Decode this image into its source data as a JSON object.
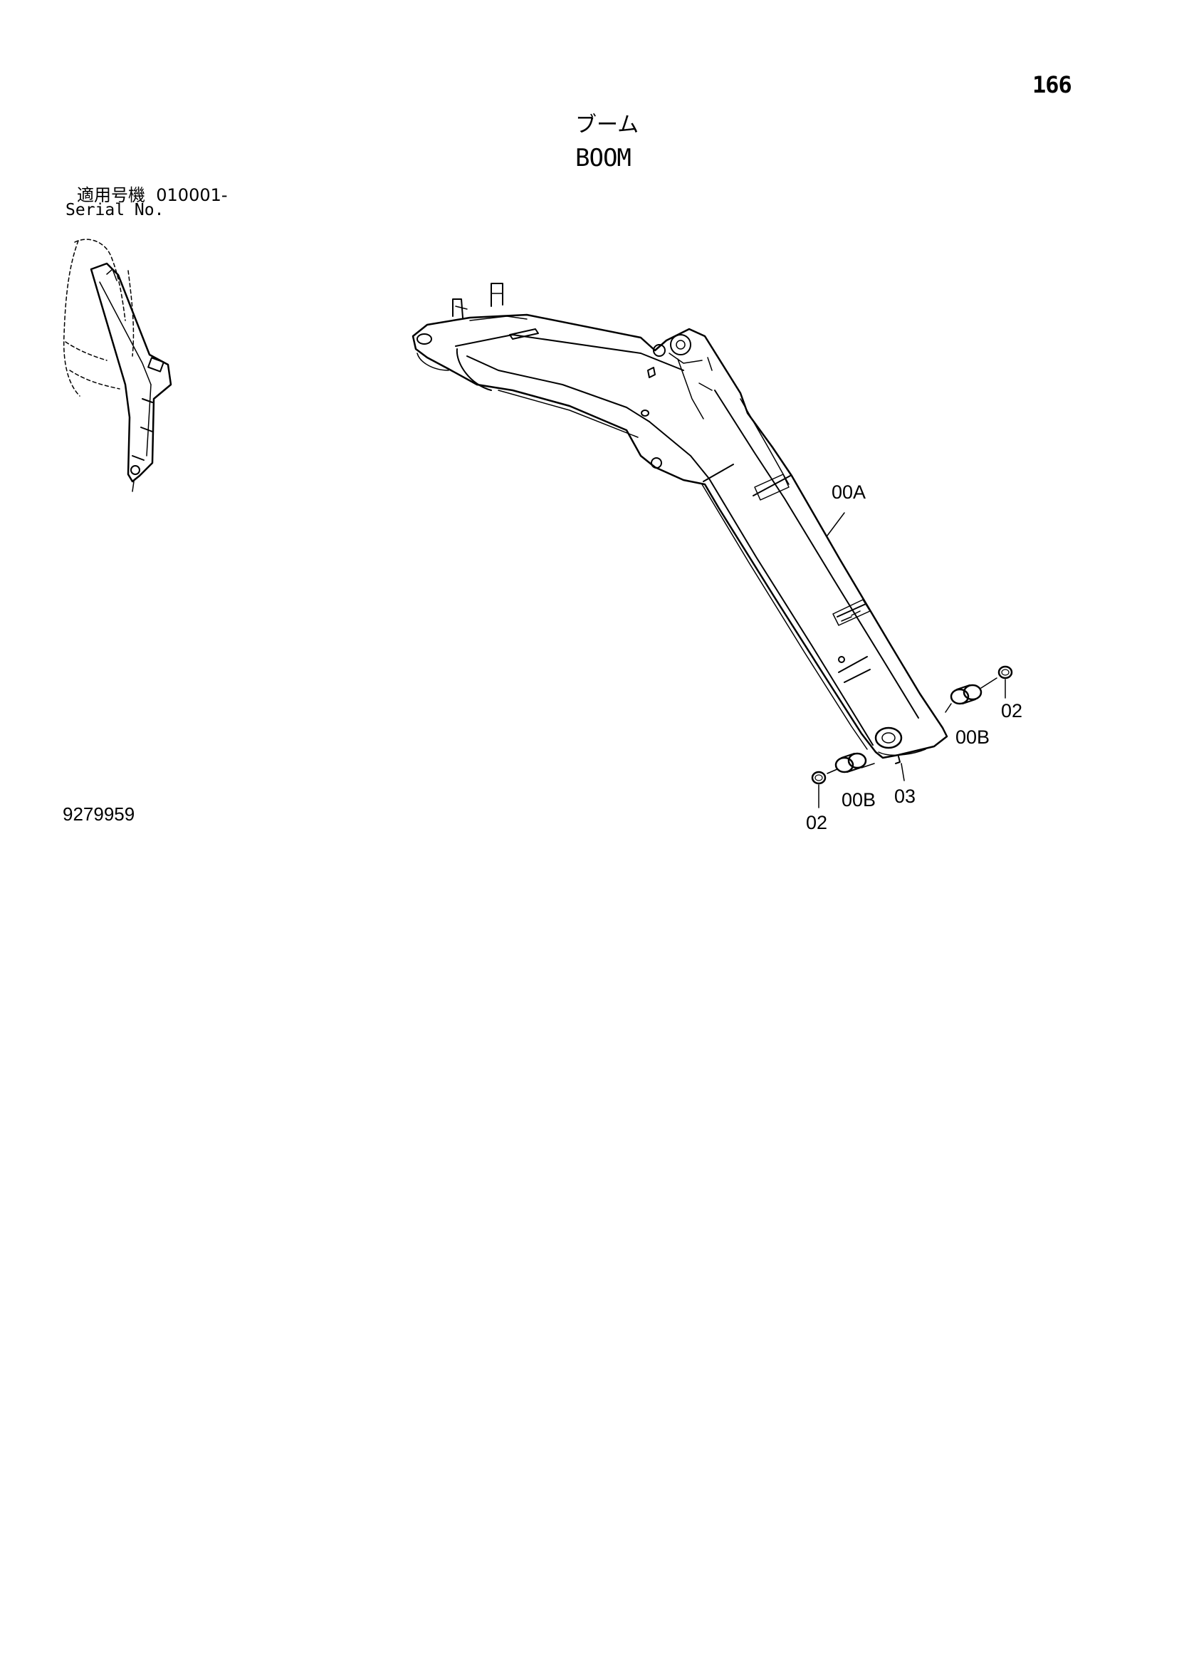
{
  "header": {
    "page_number": "166",
    "title_jp": "ブーム",
    "title_en": "BOOM"
  },
  "applicability": {
    "label_jp": "適用号機",
    "serial_range": "010001-",
    "label_en": "Serial No."
  },
  "footer": {
    "drawing_number": "9279959"
  },
  "callouts": {
    "boom_weldment": "00A",
    "bushing_right": "00B",
    "bushing_left": "00B",
    "snap_ring_right": "02",
    "snap_ring_left": "02",
    "grease_fitting": "03"
  }
}
